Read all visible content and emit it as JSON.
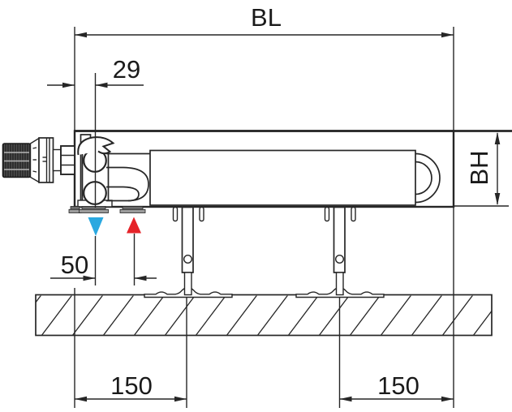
{
  "dimensions": {
    "build_length": "BL",
    "build_height": "BH",
    "valve_offset": "29",
    "connection_spacing": "50",
    "foot_left": "150",
    "foot_right": "150"
  },
  "markers": {
    "return_down_color": "#2aa8e0",
    "supply_up_color": "#e52329"
  },
  "palette": {
    "line": "#262626",
    "background": "#ffffff"
  }
}
